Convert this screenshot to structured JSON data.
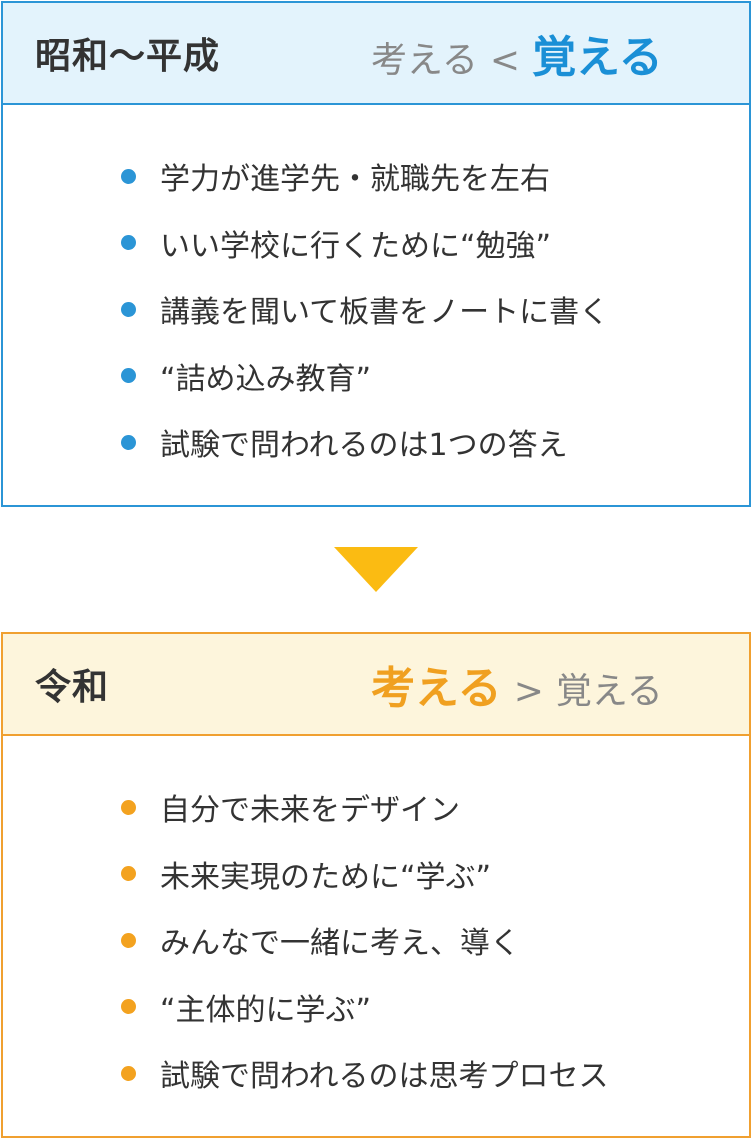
{
  "showa": {
    "title": "昭和〜平成",
    "compare_weak": "考える",
    "compare_op": "<",
    "compare_strong": "覚える",
    "items": [
      "学力が進学先・就職先を左右",
      "いい学校に行くために“勉強”",
      "講義を聞いて板書をノートに書く",
      "“詰め込み教育”",
      "試験で問われるのは1つの答え"
    ]
  },
  "reiwa": {
    "title": "令和",
    "compare_strong": "考える",
    "compare_op": ">",
    "compare_weak": "覚える",
    "items": [
      "自分で未来をデザイン",
      "未来実現のために“学ぶ”",
      "みんなで一緒に考え、導く",
      "“主体的に学ぶ”",
      "試験で問われるのは思考プロセス"
    ]
  },
  "colors": {
    "blue_accent": "#2b95d6",
    "orange_accent": "#f0a030",
    "arrow": "#fbbb12"
  },
  "arrow_icon": "triangle-down-icon"
}
